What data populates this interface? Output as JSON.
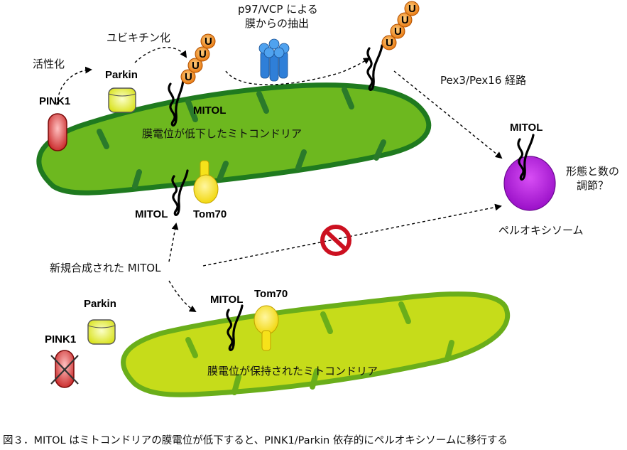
{
  "labels": {
    "activation": "活性化",
    "ubiquitination": "ユビキチン化",
    "extraction_line1": "p97/VCP による",
    "extraction_line2": "膜からの抽出",
    "pathway": "Pex3/Pex16 経路",
    "parkin_top": "Parkin",
    "pink1_top": "PINK1",
    "mitol_top": "MITOL",
    "mito_depolarized": "膜電位が低下したミトコンドリア",
    "mitol_middle": "MITOL",
    "tom70_middle": "Tom70",
    "mitol_peroxisome": "MITOL",
    "morphology_line1": "形態と数の",
    "morphology_line2": "調節？",
    "peroxisome": "ペルオキシソーム",
    "newly_synthesized": "新規合成された MITOL",
    "parkin_bottom": "Parkin",
    "pink1_bottom": "PINK1",
    "mitol_bottom": "MITOL",
    "tom70_bottom": "Tom70",
    "mito_polarized": "膜電位が保持されたミトコンドリア",
    "ubiquitin": "U"
  },
  "caption": "図３．MITOL はミトコンドリアの膜電位が低下すると、PINK1/Parkin 依存的にペルオキシソームに移行する",
  "colors": {
    "mito_depolarized_fill": "#6db81f",
    "mito_polarized_fill": "#c6dc1a",
    "cristae": "#2a7a2a",
    "parkin": "#e8ef2a",
    "pink1": "#d42a2a",
    "tom70": "#f6e21a",
    "ubiquitin": "#f08a1a",
    "p97": "#3a8fe0",
    "peroxisome": "#b21ae0",
    "prohibition": "#cc1020"
  },
  "icons": [
    "p97-hexamer-icon",
    "prohibition-icon",
    "cross-mark-icon"
  ]
}
